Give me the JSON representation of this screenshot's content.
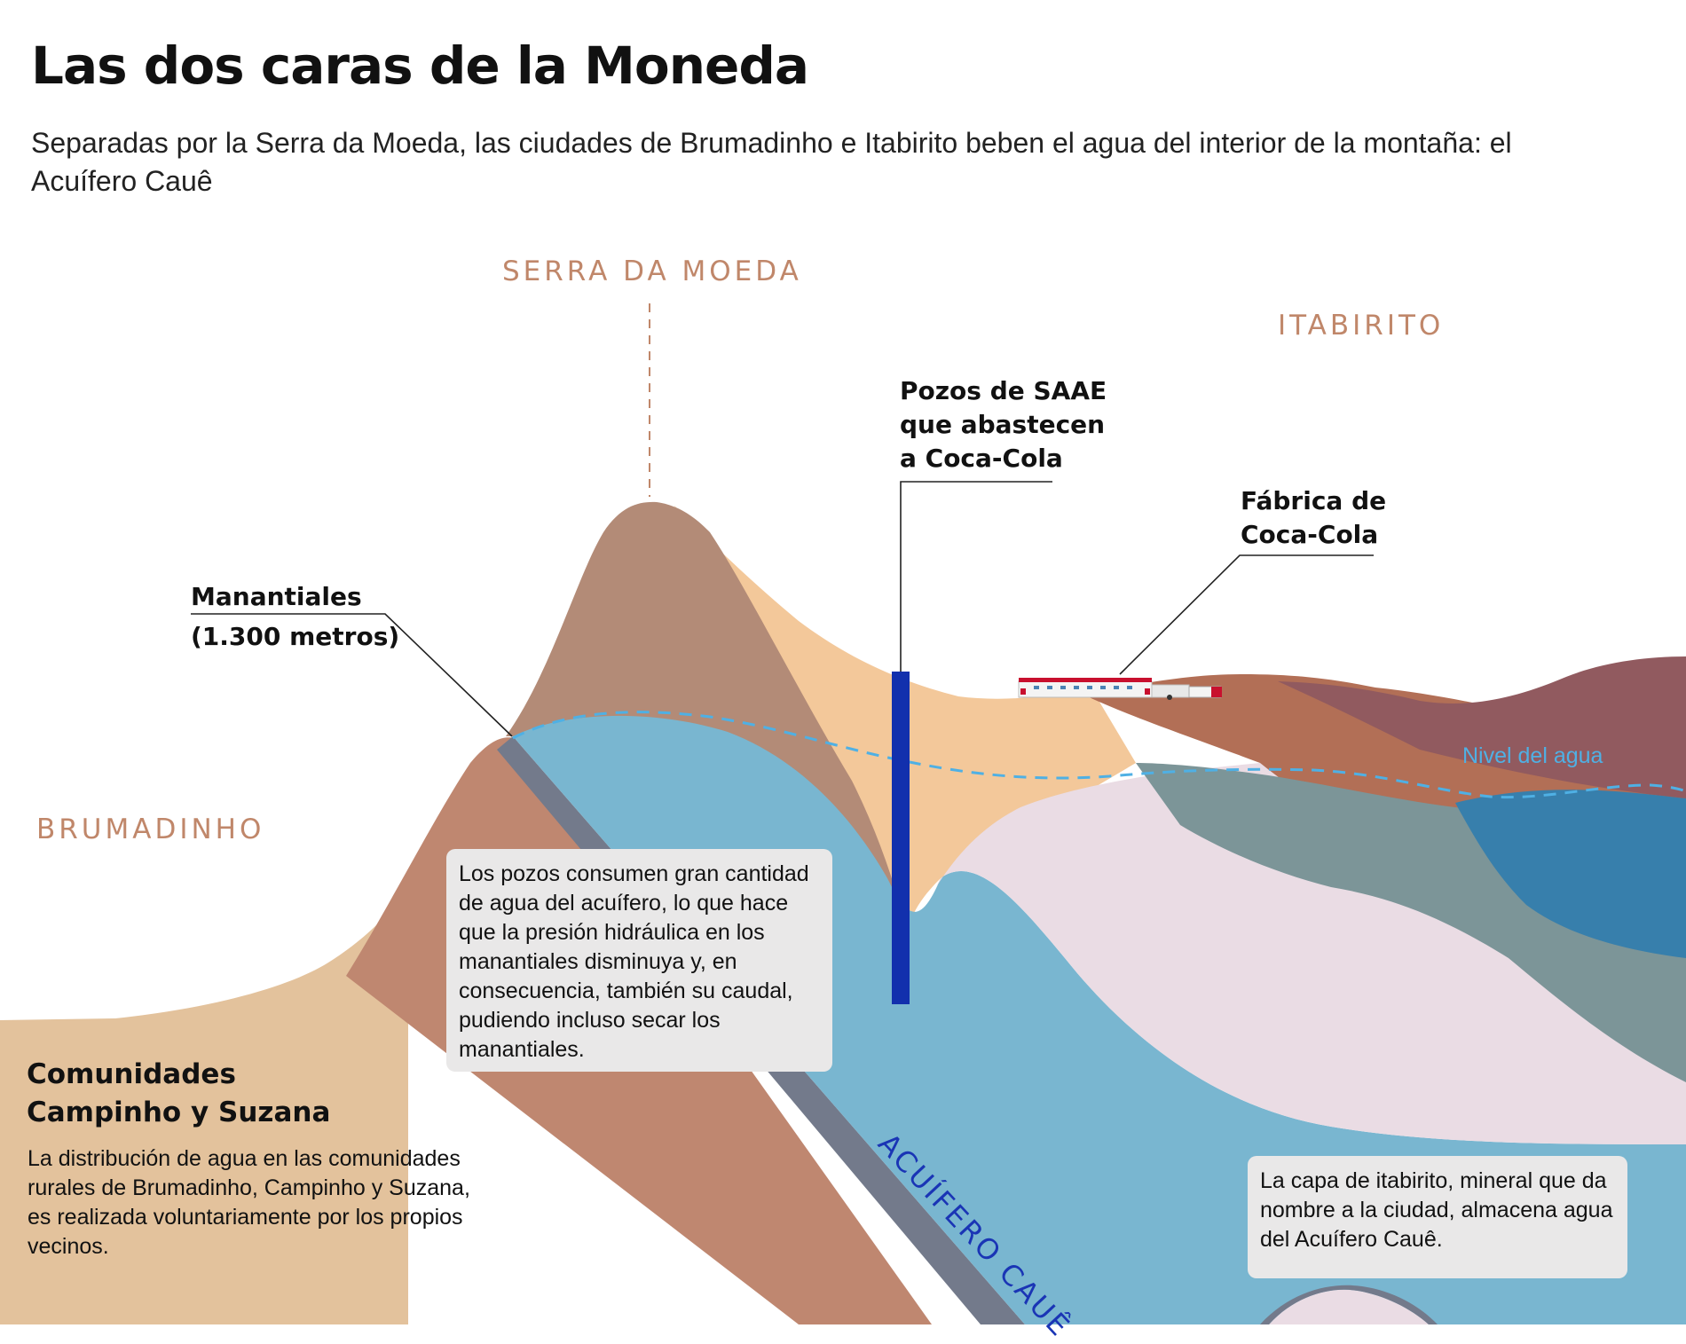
{
  "title": "Las dos caras de la Moneda",
  "subtitle": "Separadas por la Serra da Moeda, las ciudades de Brumadinho e Itabirito beben el agua del interior de la montaña: el Acuífero Cauê",
  "places": {
    "serra": "SERRA DA MOEDA",
    "itabirito": "ITABIRITO",
    "brumadinho": "BRUMADINHO"
  },
  "labels": {
    "wells_line1": "Pozos de SAAE",
    "wells_line2": "que abastecen",
    "wells_line3": "a Coca-Cola",
    "factory_line1": "Fábrica de",
    "factory_line2": "Coca-Cola",
    "springs_line1": "Manantiales",
    "springs_line2": "(1.300 metros)",
    "water_level": "Nivel del agua",
    "aquifer": "ACUÍFERO CAUÊ"
  },
  "notes": {
    "wells": "Los pozos consumen gran cantidad de agua del acuífero, lo que hace que la presión hidráulica en los manantiales disminuya y, en consecuencia, también su caudal, pudiendo incluso secar los manantiales.",
    "itabirite": "La capa de itabirito, mineral que da nombre a la ciudad, almacena agua del Acuífero Cauê."
  },
  "communities": {
    "title_line1": "Comunidades",
    "title_line2": "Campinho y Suzana",
    "text": "La distribución de agua en las comunidades rurales de Brumadinho, Campinho y Suzana, es realizada voluntariamente por los propios vecinos."
  },
  "colors": {
    "outer_soil": "#e3c29c",
    "mountain_core": "#b38b77",
    "mountain_flank": "#bf8770",
    "itabirito_ground": "#f3c89a",
    "aquifer": "#79b6d0",
    "dark_band": "#737a8b",
    "pink_layer": "#eadce4",
    "rust_hill": "#b26f56",
    "maroon_hill": "#915a5f",
    "teal_layer": "#7c9598",
    "deep_water": "#377fac",
    "well_pipe": "#1230ad",
    "water_line": "#4fb0e4",
    "place_label": "#c0876a"
  }
}
